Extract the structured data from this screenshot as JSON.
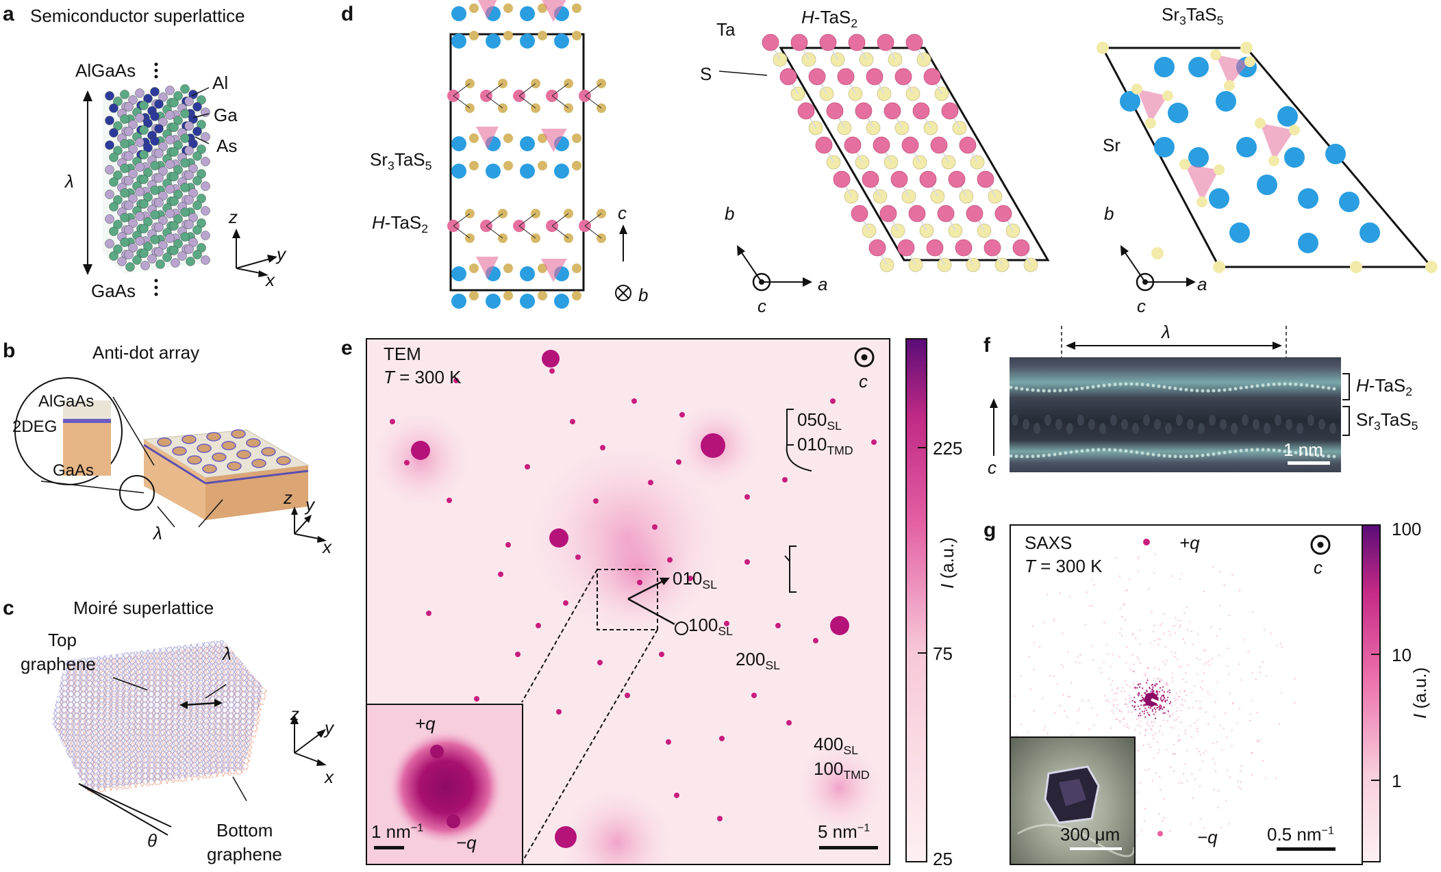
{
  "panels": {
    "a": {
      "label": "a",
      "title": "Semiconductor superlattice",
      "layers": {
        "top": "AlGaAs",
        "bottom": "GaAs"
      },
      "atoms": {
        "al": "Al",
        "ga": "Ga",
        "as": "As"
      },
      "period_symbol": "λ",
      "axes": {
        "z": "z",
        "y": "y",
        "x": "x"
      }
    },
    "b": {
      "label": "b",
      "title": "Anti-dot array",
      "inset": {
        "algaas": "AlGaAs",
        "twodeg": "2DEG",
        "gaas": "GaAs"
      },
      "period_symbol": "λ",
      "axes": {
        "z": "z",
        "y": "y",
        "x": "x"
      }
    },
    "c": {
      "label": "c",
      "title": "Moiré superlattice",
      "top_line1": "Top",
      "top_line2": "graphene",
      "bottom_line1": "Bottom",
      "bottom_line2": "graphene",
      "period_symbol": "λ",
      "angle_symbol": "θ",
      "axes": {
        "z": "z",
        "y": "y",
        "x": "x"
      }
    },
    "d": {
      "label": "d",
      "side": {
        "sr3tas5": {
          "main": "Sr",
          "s1": "3",
          "mid": "TaS",
          "s2": "5"
        },
        "htas2": {
          "h": "H",
          "main": "-TaS",
          "s": "2"
        },
        "axis_c": "c",
        "axis_b": "b"
      },
      "htas2_top": {
        "title": {
          "h": "H",
          "main": "-TaS",
          "s": "2"
        },
        "ta": "Ta",
        "s": "S",
        "axis_b": "b",
        "axis_a": "a",
        "axis_c": "c"
      },
      "sr3tas5_top": {
        "title": {
          "main": "Sr",
          "s1": "3",
          "mid": "TaS",
          "s2": "5"
        },
        "sr": "Sr",
        "axis_b": "b",
        "axis_a": "a",
        "axis_c": "c"
      }
    },
    "e": {
      "label": "e",
      "method": "TEM",
      "temp": {
        "t": "T",
        "rest": " = 300 K"
      },
      "c_axis": "c",
      "peaks": {
        "p050": {
          "main": "050",
          "sub": "SL"
        },
        "p010tmd": {
          "main": "010",
          "sub": "TMD"
        },
        "p010": {
          "main": "010",
          "sub": "SL"
        },
        "p100": {
          "main": "100",
          "sub": "SL"
        },
        "p200": {
          "main": "200",
          "sub": "SL"
        },
        "p400": {
          "main": "400",
          "sub": "SL"
        },
        "p100tmd": {
          "main": "100",
          "sub": "TMD"
        }
      },
      "inset": {
        "plus_q": "+q",
        "minus_q": "−q",
        "scale": "1 nm",
        "scale_exp": "−1"
      },
      "scale": "5 nm",
      "scale_exp": "−1",
      "colorbar": {
        "ticks": [
          "225",
          "75",
          "25"
        ],
        "label_i": "I",
        "label_rest": " (a.u.)",
        "colors": [
          "#fdf0f3",
          "#f4a6c4",
          "#d6338b",
          "#5c0d78"
        ]
      }
    },
    "f": {
      "label": "f",
      "period_symbol": "λ",
      "axis_c": "c",
      "layer1": {
        "h": "H",
        "main": "-TaS",
        "s": "2"
      },
      "layer2": {
        "main": "Sr",
        "s1": "3",
        "mid": "TaS",
        "s2": "5"
      },
      "scale": "1 nm"
    },
    "g": {
      "label": "g",
      "method": "SAXS",
      "temp": {
        "t": "T",
        "rest": " = 300 K"
      },
      "c_axis": "c",
      "plus_q": "+q",
      "minus_q": "−q",
      "inset_scale": "300 μm",
      "scale": "0.5 nm",
      "scale_exp": "−1",
      "colorbar": {
        "ticks": [
          "100",
          "10",
          "1"
        ],
        "label_i": "I",
        "label_rest": " (a.u.)"
      }
    }
  },
  "colors": {
    "gallium": "#5aa884",
    "arsenic": "#b9a4cf",
    "aluminum": "#2e3a9a",
    "tantalum": "#e5709f",
    "sulfur_side": "#d6b868",
    "sulfur_top": "#f2eaa8",
    "strontium": "#2a9ee0",
    "tem_bg": "#fbe7ec",
    "tem_spot": "#c81d7e"
  }
}
